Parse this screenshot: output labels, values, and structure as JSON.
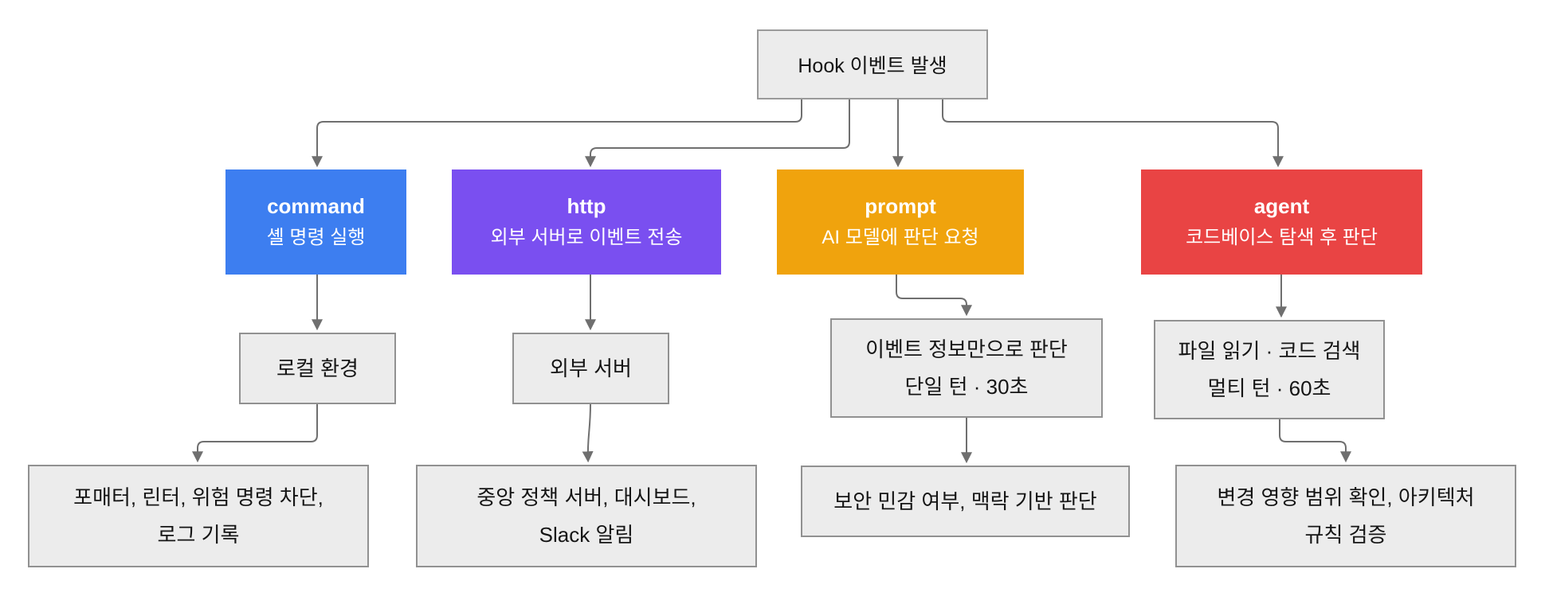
{
  "diagram": {
    "root": {
      "label": "Hook 이벤트 발생"
    },
    "hooks": [
      {
        "id": "command",
        "title": "command",
        "subtitle": "셸 명령 실행",
        "color": "#3d7ef0"
      },
      {
        "id": "http",
        "title": "http",
        "subtitle": "외부 서버로 이벤트 전송",
        "color": "#7a4ff0"
      },
      {
        "id": "prompt",
        "title": "prompt",
        "subtitle": "AI 모델에 판단 요청",
        "color": "#f0a30d"
      },
      {
        "id": "agent",
        "title": "agent",
        "subtitle": "코드베이스 탐색 후 판단",
        "color": "#e94444"
      }
    ],
    "mid": [
      {
        "id": "local-env",
        "lines": [
          "로컬 환경"
        ]
      },
      {
        "id": "external-server",
        "lines": [
          "외부 서버"
        ]
      },
      {
        "id": "event-info",
        "lines": [
          "이벤트 정보만으로 판단",
          "단일 턴 · 30초"
        ]
      },
      {
        "id": "file-read",
        "lines": [
          "파일 읽기 · 코드 검색",
          "멀티 턴 · 60초"
        ]
      }
    ],
    "bottom": [
      {
        "id": "formatter",
        "lines": [
          "포매터, 린터, 위험 명령 차단,",
          "로그 기록"
        ]
      },
      {
        "id": "policy",
        "lines": [
          "중앙 정책 서버, 대시보드,",
          "Slack 알림"
        ]
      },
      {
        "id": "security",
        "lines": [
          "보안 민감 여부, 맥락 기반 판단"
        ]
      },
      {
        "id": "impact",
        "lines": [
          "변경 영향 범위 확인, 아키텍처",
          "규칙 검증"
        ]
      }
    ],
    "colors": {
      "node_fill": "#ececec",
      "node_border": "#919191",
      "edge": "#6f6f6f",
      "background": "#ffffff"
    }
  }
}
